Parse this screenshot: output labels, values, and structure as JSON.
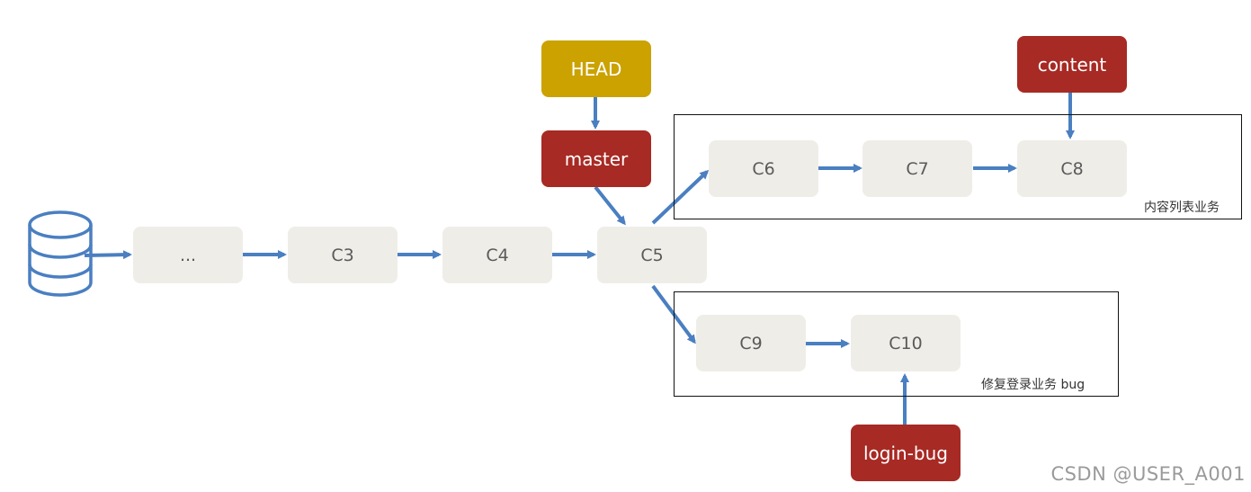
{
  "commits": {
    "c_ellipsis": "...",
    "c3": "C3",
    "c4": "C4",
    "c5": "C5",
    "c6": "C6",
    "c7": "C7",
    "c8": "C8",
    "c9": "C9",
    "c10": "C10"
  },
  "refs": {
    "head": "HEAD",
    "master": "master",
    "content": "content",
    "login_bug": "login-bug"
  },
  "branches": {
    "content_caption": "内容列表业务",
    "login_caption": "修复登录业务 bug"
  },
  "icons": {
    "repository": "database-icon"
  },
  "colors": {
    "arrow": "#4a7fc1",
    "ref_red": "#a72a24",
    "head_gold": "#cba200",
    "commit_bg": "#efede8"
  },
  "watermark": "CSDN @USER_A001"
}
